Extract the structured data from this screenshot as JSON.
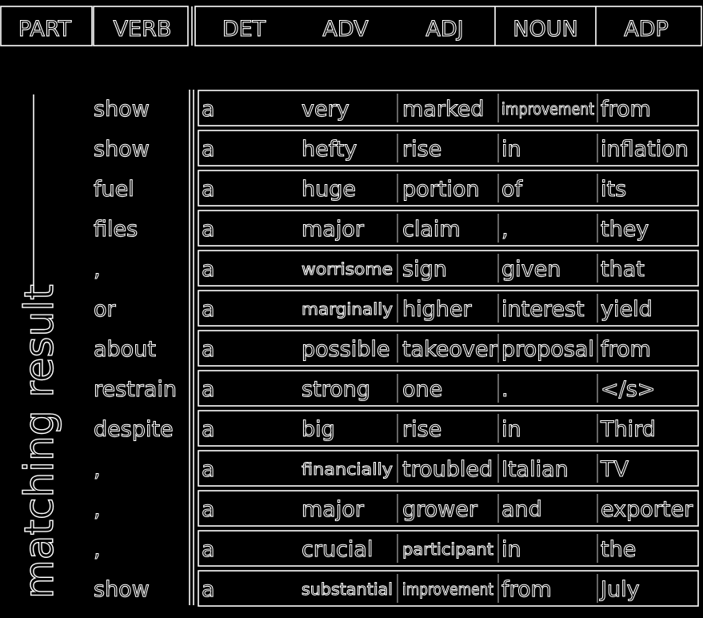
{
  "header": {
    "pos_tags": [
      "PART",
      "VERB",
      "DET",
      "ADV",
      "ADJ",
      "NOUN",
      "ADP"
    ]
  },
  "sidebar": {
    "label": "matching result"
  },
  "rows": [
    {
      "left": "show",
      "cells": [
        "a",
        "very",
        "marked",
        "improvement",
        "from"
      ]
    },
    {
      "left": "show",
      "cells": [
        "a",
        "hefty",
        "rise",
        "in",
        "inflation"
      ]
    },
    {
      "left": "fuel",
      "cells": [
        "a",
        "huge",
        "portion",
        "of",
        "its"
      ]
    },
    {
      "left": "files",
      "cells": [
        "a",
        "major",
        "claim",
        ",",
        "they"
      ]
    },
    {
      "left": ",",
      "cells": [
        "a",
        "worrisome",
        "sign",
        "given",
        "that"
      ]
    },
    {
      "left": "or",
      "cells": [
        "a",
        "marginally",
        "higher",
        "interest",
        "yield"
      ]
    },
    {
      "left": "about",
      "cells": [
        "a",
        "possible",
        "takeover",
        "proposal",
        "from"
      ]
    },
    {
      "left": "restrain",
      "cells": [
        "a",
        "strong",
        "one",
        ".",
        "</s>"
      ]
    },
    {
      "left": "despite",
      "cells": [
        "a",
        "big",
        "rise",
        "in",
        "Third"
      ]
    },
    {
      "left": ",",
      "cells": [
        "a",
        "financially",
        "troubled",
        "Italian",
        "TV"
      ]
    },
    {
      "left": ",",
      "cells": [
        "a",
        "major",
        "grower",
        "and",
        "exporter"
      ]
    },
    {
      "left": ",",
      "cells": [
        "a",
        "crucial",
        "participant",
        "in",
        "the"
      ]
    },
    {
      "left": "show",
      "cells": [
        "a",
        "substantial",
        "improvement",
        "from",
        "July"
      ]
    }
  ]
}
